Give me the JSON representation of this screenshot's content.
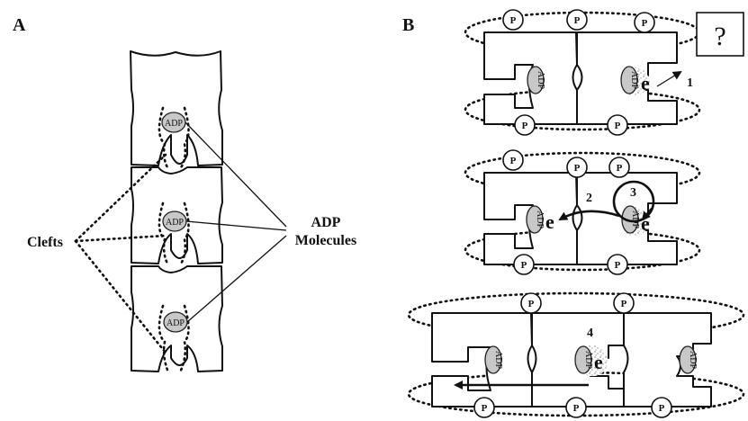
{
  "panels": {
    "a_letter": "A",
    "b_letter": "B"
  },
  "panel_a": {
    "adp_label": "ADP",
    "clefts_label": "Clefts",
    "molecules_label_line1": "ADP",
    "molecules_label_line2": "Molecules"
  },
  "panel_b": {
    "p_label": "P",
    "adp_label": "ADP",
    "electron_label": "e",
    "question_mark": "?",
    "step_numbers": [
      "1",
      "2",
      "3",
      "4"
    ]
  }
}
